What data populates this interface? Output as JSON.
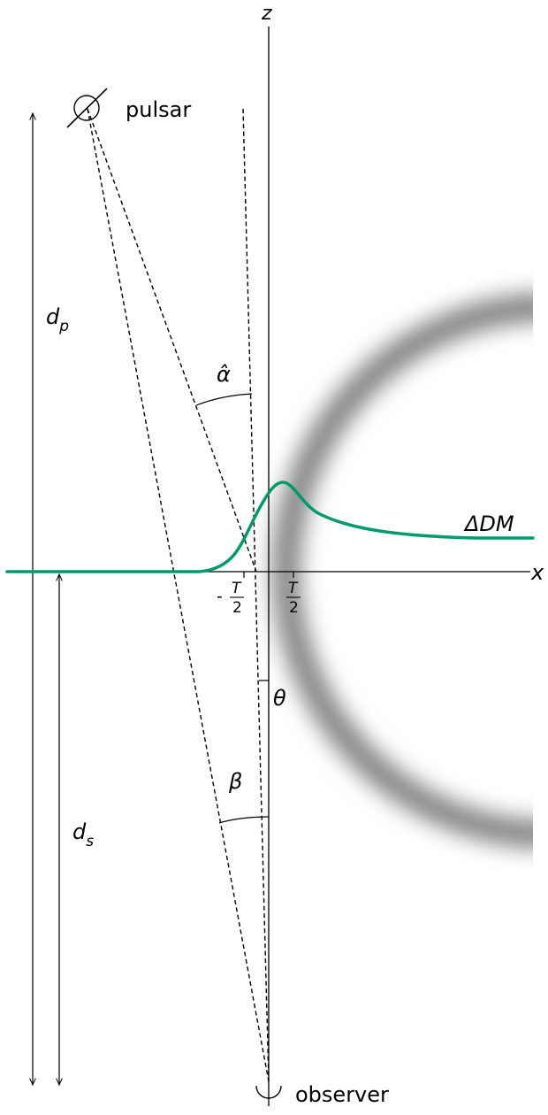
{
  "labels": {
    "axis_z": "z",
    "axis_x": "x",
    "pulsar": "pulsar",
    "observer": "observer",
    "dp_main": "d",
    "dp_sub": "p",
    "ds_main": "d",
    "ds_sub": "s",
    "alpha_hat": "α̂",
    "theta": "θ",
    "beta": "β",
    "delta_dm": "ΔDM",
    "tick_minus_sign": "-",
    "tick_numerator": "T",
    "tick_denominator": "2"
  },
  "colors": {
    "curve": "#009a6e",
    "ring": "#7a7a7a",
    "lines": "#000000"
  }
}
